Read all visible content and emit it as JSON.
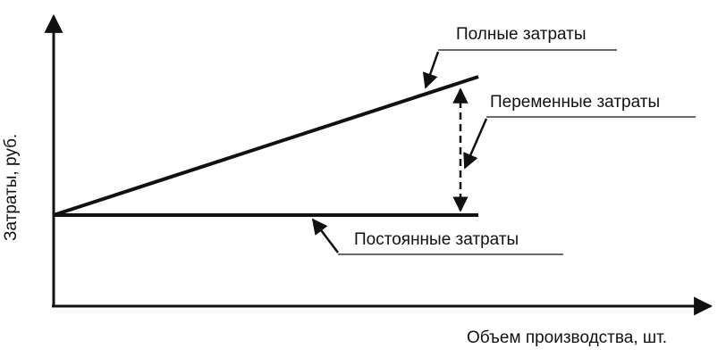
{
  "axes": {
    "y_label": "Затраты, руб.",
    "x_label": "Объем производства, шт."
  },
  "labels": {
    "total_costs": "Полные затраты",
    "variable_costs": "Переменные затраты",
    "fixed_costs": "Постоянные затраты"
  },
  "colors": {
    "ink": "#111111",
    "background": "#ffffff"
  }
}
